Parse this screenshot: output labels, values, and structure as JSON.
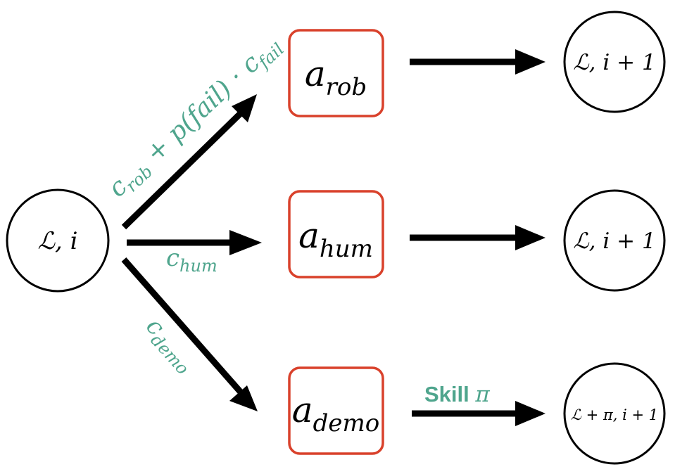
{
  "nodes": {
    "start": {
      "script": "ℒ",
      "rest": ", i"
    },
    "next_rob": {
      "script": "ℒ",
      "rest": ", i + 1"
    },
    "next_hum": {
      "script": "ℒ",
      "rest": ", i + 1"
    },
    "next_demo": {
      "script": "ℒ",
      "rest": " + π, i + 1"
    }
  },
  "actions": {
    "rob": {
      "base": "a",
      "sub": "rob"
    },
    "hum": {
      "base": "a",
      "sub": "hum"
    },
    "demo": {
      "base": "a",
      "sub": "demo"
    }
  },
  "costs": {
    "rob": {
      "c": "c",
      "sub1": "rob",
      "mid": " + p(fail) · ",
      "c2": "c",
      "sub2": "fail"
    },
    "hum": {
      "c": "c",
      "sub": "hum"
    },
    "demo": {
      "c": "c",
      "sub": "demo"
    }
  },
  "skill_label": {
    "text": "Skill ",
    "symbol": "π"
  },
  "colors": {
    "cost": "#4fa58d",
    "action_border": "#d9412b",
    "node_border": "#000000"
  }
}
